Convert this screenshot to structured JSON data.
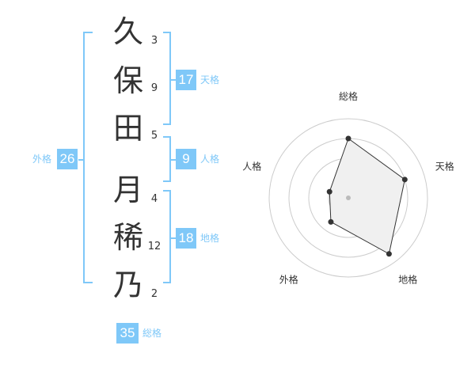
{
  "name": {
    "chars": [
      "久",
      "保",
      "田",
      "月",
      "稀",
      "乃"
    ],
    "strokes": [
      "3",
      "9",
      "5",
      "4",
      "12",
      "2"
    ]
  },
  "kakusu": {
    "tenkaku": {
      "label": "天格",
      "value": "17"
    },
    "jinkaku": {
      "label": "人格",
      "value": "9"
    },
    "chikaku": {
      "label": "地格",
      "value": "18"
    },
    "gaikaku": {
      "label": "外格",
      "value": "26"
    },
    "soukaku": {
      "label": "総格",
      "value": "35"
    }
  },
  "colors": {
    "accent": "#7fc8f8",
    "text": "#333333",
    "fill": "#f0f0f0"
  },
  "chart_data": {
    "type": "radar",
    "axes": [
      "総格",
      "天格",
      "地格",
      "外格",
      "人格"
    ],
    "max": 4,
    "rings": 4,
    "values": [
      3,
      3,
      3.5,
      1.5,
      1
    ]
  }
}
